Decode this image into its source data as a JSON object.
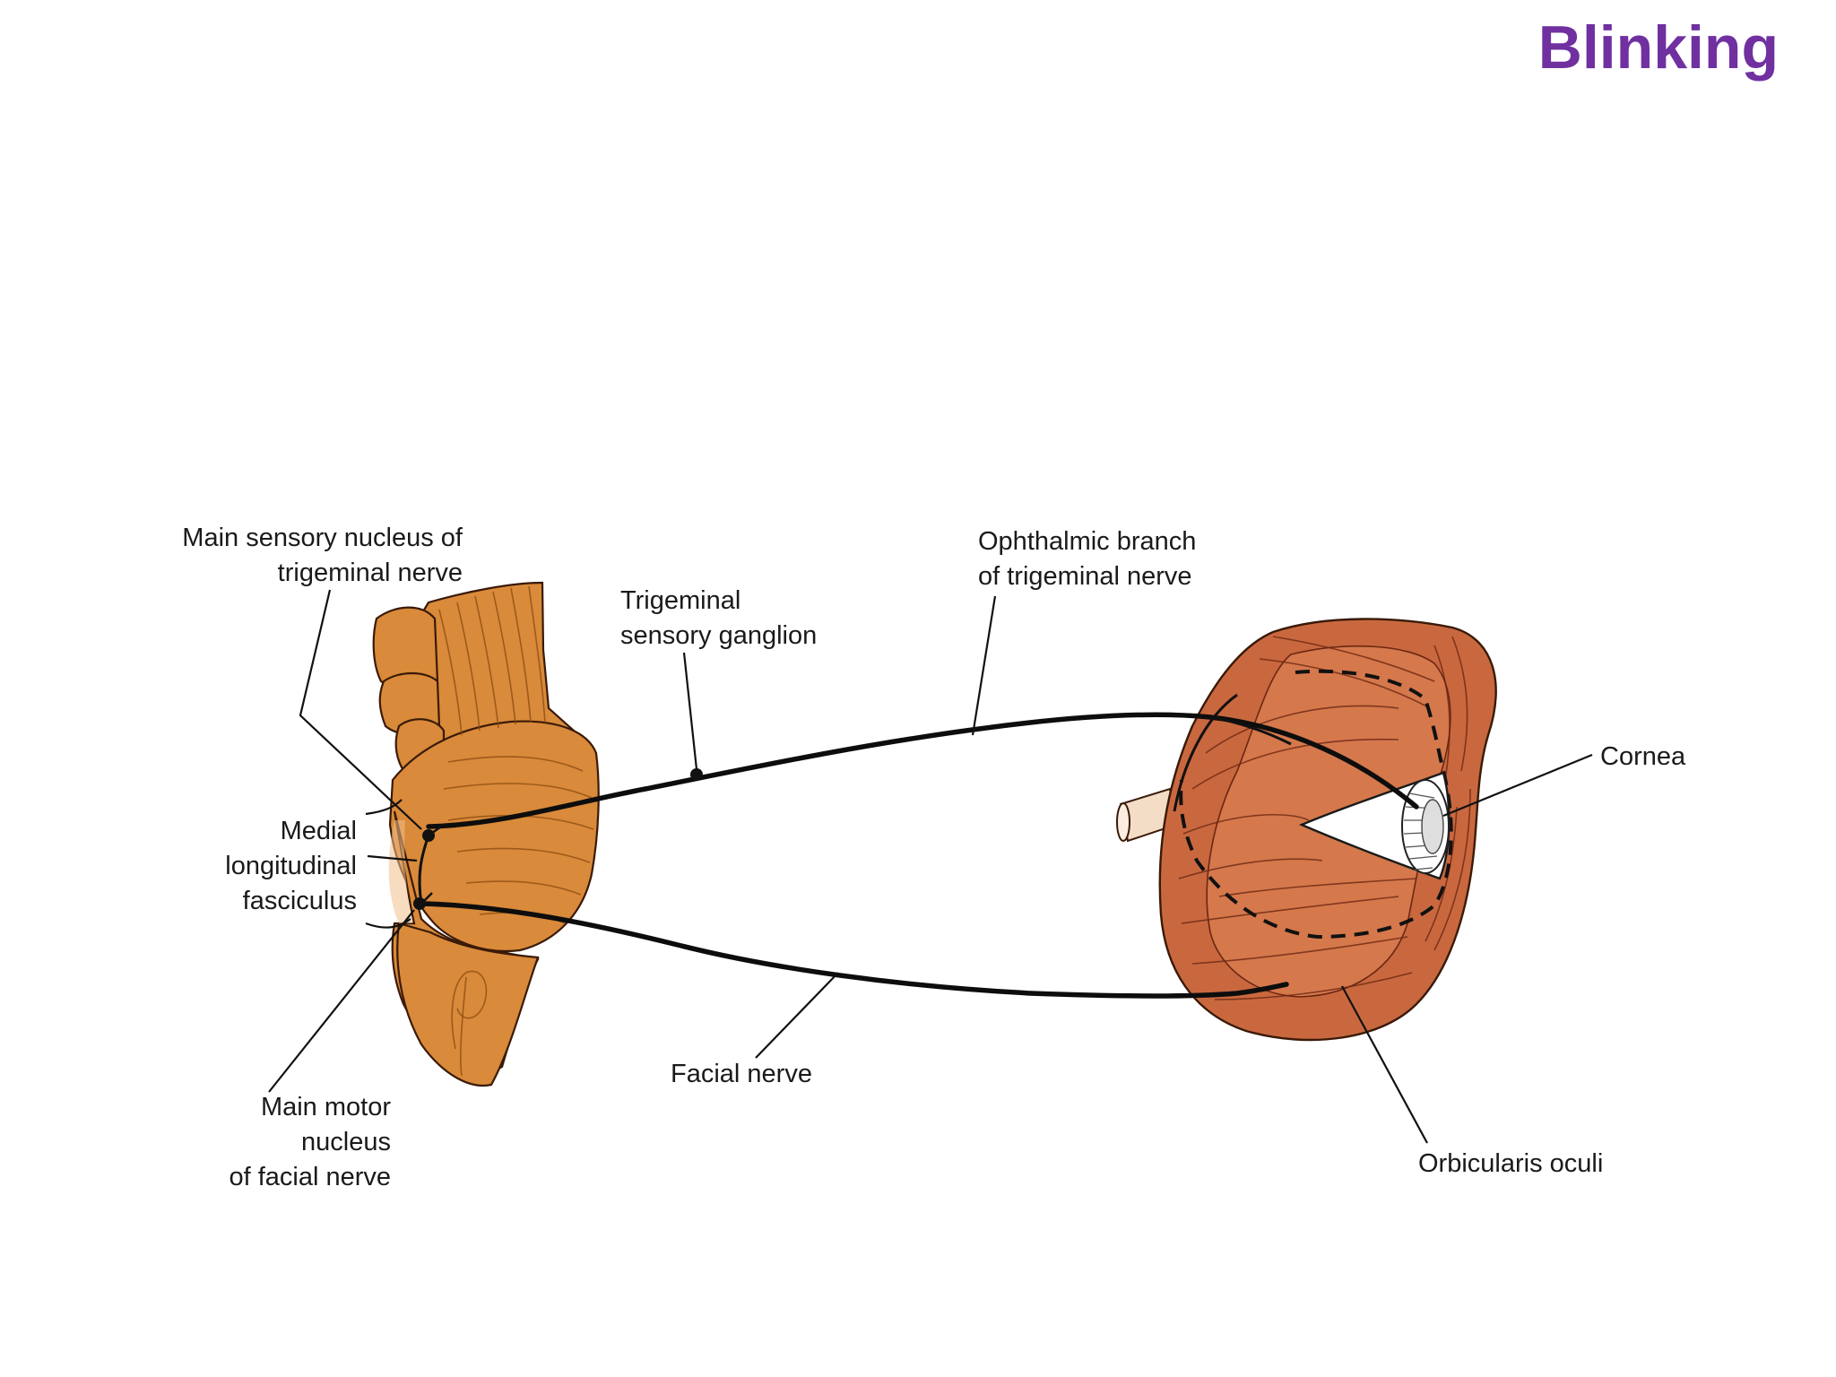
{
  "title": "Blinking",
  "colors": {
    "title": "#7030a0",
    "brainstem": "#d98a3a",
    "brainstem_dark": "#b8681f",
    "muscle": "#c9683f",
    "muscle_dark": "#a8492a",
    "nerve": "#0d0d0d"
  },
  "labels": {
    "main_sensory_line1": "Main sensory nucleus of",
    "main_sensory_line2": "trigeminal nerve",
    "trigeminal_ganglion_line1": "Trigeminal",
    "trigeminal_ganglion_line2": "sensory ganglion",
    "ophthalmic_line1": "Ophthalmic branch",
    "ophthalmic_line2": "of trigeminal nerve",
    "cornea": "Cornea",
    "mlf_line1": "Medial",
    "mlf_line2": "longitudinal",
    "mlf_line3": "fasciculus",
    "facial_nerve": "Facial nerve",
    "main_motor_line1": "Main motor",
    "main_motor_line2": "nucleus",
    "main_motor_line3": "of facial nerve",
    "orbicularis": "Orbicularis oculi"
  }
}
